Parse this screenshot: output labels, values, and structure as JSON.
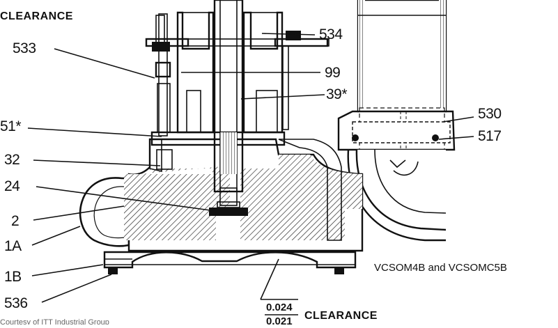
{
  "header_note": "CLEARANCE",
  "model_caption": "VCSOM4B and VCSOMC5B",
  "bottom_clearance": {
    "numerator": "0.024",
    "denominator": "0.021",
    "label": "CLEARANCE"
  },
  "footer_fragment": "Courtesy of ITT Industrial Group",
  "parts_left": {
    "p533": "533",
    "p51": "51*",
    "p32": "32",
    "p24": "24",
    "p2": "2",
    "p1A": "1A",
    "p1B": "1B",
    "p536": "536"
  },
  "parts_right": {
    "p534": "534",
    "p99": "99",
    "p39": "39*",
    "p530": "530",
    "p517": "517"
  }
}
